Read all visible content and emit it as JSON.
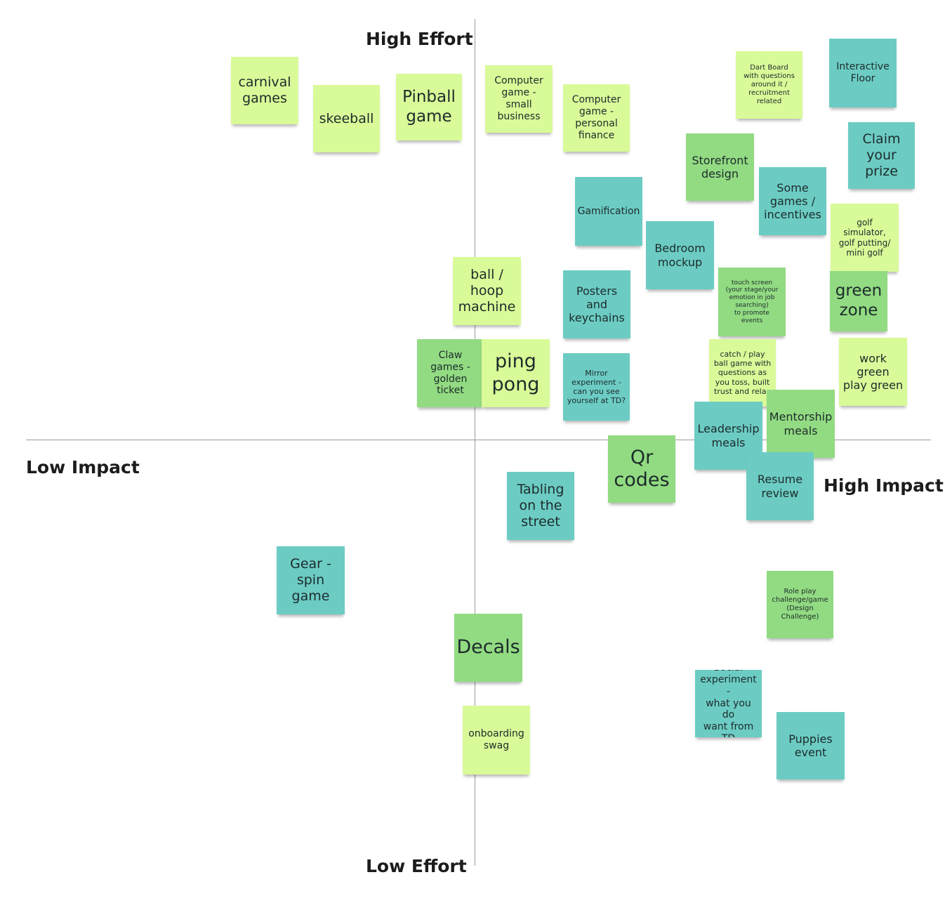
{
  "axes": {
    "top": "High Effort",
    "bottom": "Low Effort",
    "left": "Low Impact",
    "right": "High Impact"
  },
  "colors": {
    "yellow": "#d9fa98",
    "green": "#92db82",
    "teal": "#6cccc4",
    "axis_line": "#9a9a9a"
  },
  "notes": [
    {
      "text": "carnival\ngames",
      "color": "yellow"
    },
    {
      "text": "skeeball",
      "color": "yellow"
    },
    {
      "text": "Pinball\ngame",
      "color": "yellow"
    },
    {
      "text": "Computer\ngame -\nsmall\nbusiness",
      "color": "yellow"
    },
    {
      "text": "Computer\ngame -\npersonal\nfinance",
      "color": "yellow"
    },
    {
      "text": "Dart Board\nwith questions\naround it /\nrecruitment\nrelated",
      "color": "yellow"
    },
    {
      "text": "Interactive\nFloor",
      "color": "teal"
    },
    {
      "text": "Claim\nyour\nprize",
      "color": "teal"
    },
    {
      "text": "Storefront\ndesign",
      "color": "green"
    },
    {
      "text": "Some\ngames /\nincentives",
      "color": "teal"
    },
    {
      "text": "Gamification",
      "color": "teal"
    },
    {
      "text": "golf\nsimulator,\ngolf putting/\nmini golf",
      "color": "yellow"
    },
    {
      "text": "Bedroom\nmockup",
      "color": "teal"
    },
    {
      "text": "ball /\nhoop\nmachine",
      "color": "yellow"
    },
    {
      "text": "Posters\nand\nkeychains",
      "color": "teal"
    },
    {
      "text": "touch screen\n(your stage/your\nemotion in job\nsearching)\nto promote\nevents",
      "color": "green"
    },
    {
      "text": "green\nzone",
      "color": "green"
    },
    {
      "text": "Claw\ngames -\ngolden\nticket",
      "color": "green"
    },
    {
      "text": "ping\npong",
      "color": "yellow"
    },
    {
      "text": "Mirror\nexperiment -\ncan you see\nyourself at TD?",
      "color": "teal"
    },
    {
      "text": "catch / play\nball game with\nquestions as\nyou toss, built\ntrust and relax",
      "color": "yellow"
    },
    {
      "text": "work\ngreen\nplay green",
      "color": "yellow"
    },
    {
      "text": "Mentorship\nmeals",
      "color": "green"
    },
    {
      "text": "Leadership\nmeals",
      "color": "teal"
    },
    {
      "text": "Qr\ncodes",
      "color": "green"
    },
    {
      "text": "Resume\nreview",
      "color": "teal"
    },
    {
      "text": "Tabling\non the\nstreet",
      "color": "teal"
    },
    {
      "text": "Gear -\nspin\ngame",
      "color": "teal"
    },
    {
      "text": "Role play\nchallenge/game\n(Design\nChallenge)",
      "color": "green"
    },
    {
      "text": "Decals",
      "color": "green"
    },
    {
      "text": "Social\nexperiment -\nwhat you do\nwant from TD",
      "color": "teal"
    },
    {
      "text": "onboarding\nswag",
      "color": "yellow"
    },
    {
      "text": "Puppies\nevent",
      "color": "teal"
    }
  ]
}
